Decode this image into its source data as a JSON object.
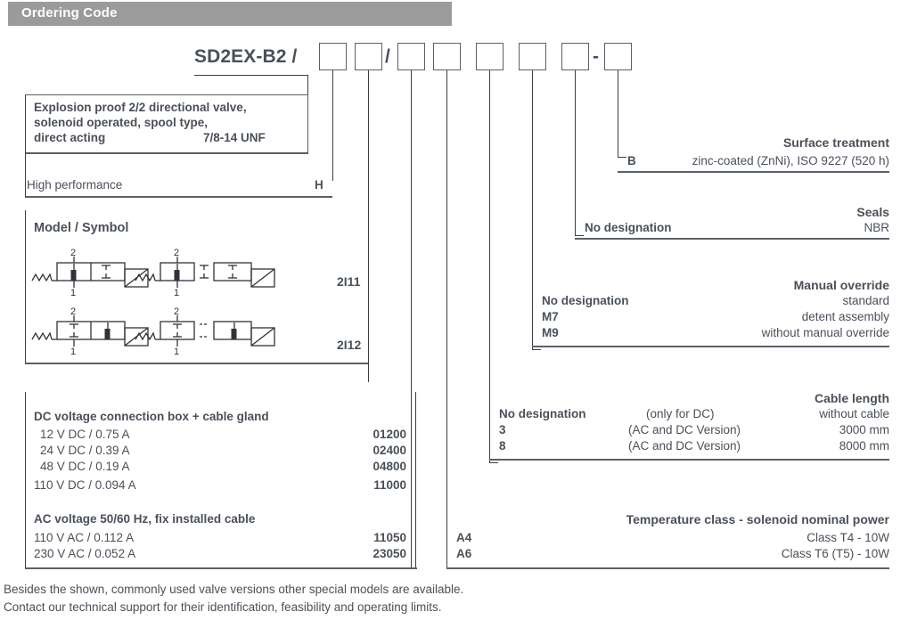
{
  "header": {
    "title": "Ordering Code"
  },
  "code": {
    "prefix": "SD2EX-B2 /",
    "sep_slash": "/",
    "sep_dash": "-",
    "boxes": [
      "",
      "",
      "",
      "",
      "",
      "",
      "",
      "",
      ""
    ]
  },
  "left": {
    "product": {
      "line1": "Explosion proof 2/2 directional valve,",
      "line2": "solenoid operated, spool type,",
      "line3": "direct acting",
      "thread": "7/8-14 UNF"
    },
    "performance": {
      "label": "High performance",
      "code": "H"
    },
    "model": {
      "title": "Model / Symbol",
      "rows": [
        {
          "code": "2I11",
          "port_top": "2",
          "port_bottom": "1"
        },
        {
          "code": "2I12",
          "port_top": "2",
          "port_bottom": "1"
        }
      ]
    },
    "dc": {
      "title": "DC voltage connection box + cable gland",
      "rows": [
        {
          "label": "12 V DC / 0.75 A",
          "code": "01200"
        },
        {
          "label": "24 V DC / 0.39 A",
          "code": "02400"
        },
        {
          "label": "48 V DC / 0.19 A",
          "code": "04800"
        },
        {
          "label": "110 V DC / 0.094 A",
          "code": "11000"
        }
      ]
    },
    "ac": {
      "title": "AC voltage 50/60 Hz, fix installed cable",
      "rows": [
        {
          "label": "110 V AC / 0.112 A",
          "code": "11050"
        },
        {
          "label": "230 V AC / 0.052 A",
          "code": "23050"
        }
      ]
    }
  },
  "right": {
    "surface": {
      "title": "Surface treatment",
      "rows": [
        {
          "code": "B",
          "desc": "zinc-coated (ZnNi), ISO 9227 (520 h)"
        }
      ]
    },
    "seals": {
      "title": "Seals",
      "rows": [
        {
          "code": "No designation",
          "desc": "NBR"
        }
      ]
    },
    "manual": {
      "title": "Manual override",
      "rows": [
        {
          "code": "No designation",
          "desc": "standard"
        },
        {
          "code": "M7",
          "desc": "detent assembly"
        },
        {
          "code": "M9",
          "desc": "without manual override"
        }
      ]
    },
    "cable": {
      "title": "Cable length",
      "rows": [
        {
          "code": "No designation",
          "mid": "(only for DC)",
          "desc": "without cable"
        },
        {
          "code": "3",
          "mid": "(AC and DC Version)",
          "desc": "3000 mm"
        },
        {
          "code": "8",
          "mid": "(AC and DC Version)",
          "desc": "8000 mm"
        }
      ]
    },
    "temperature": {
      "title": "Temperature class - solenoid nominal power",
      "rows": [
        {
          "code": "A4",
          "desc": "Class T4 - 10W"
        },
        {
          "code": "A6",
          "desc": "Class T6 (T5) - 10W"
        }
      ]
    }
  },
  "footer": {
    "line1": "Besides the shown, commonly used valve versions other special models are available.",
    "line2": "Contact our technical support for their identification, feasibility and operating limits."
  },
  "colors": {
    "header_bg": "#9b9b9b",
    "text": "#4a5059",
    "line": "#5a6068"
  }
}
